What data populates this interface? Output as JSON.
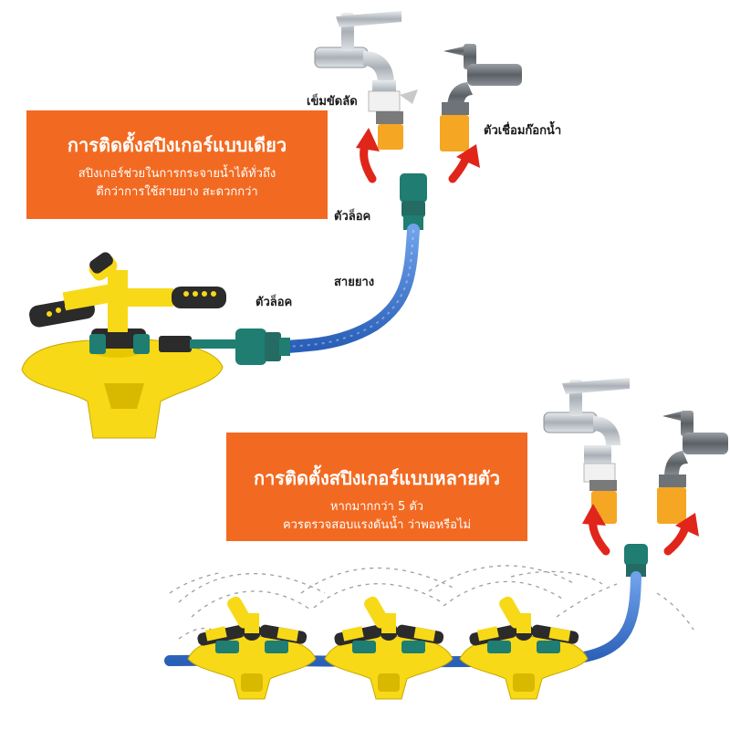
{
  "single_install": {
    "title": "การติดตั้งสปิงเกอร์แบบเดียว",
    "desc_line1": "สปิงเกอร์ช่วยในการกระจายน้ำได้ทั่วถึง",
    "desc_line2": "ดีกว่าการใช้สายยาง สะดวกกว่า"
  },
  "multi_install": {
    "title": "การติดตั้งสปิงเกอร์แบบหลายตัว",
    "desc_line1": "หากมากกว่า 5 ตัว",
    "desc_line2": "ควรตรวจสอบแรงดันน้ำ ว่าพอหรือไม่"
  },
  "labels": {
    "clamp": "เข็มขัดลัด",
    "tap_connector": "ตัวเชื่อมก๊อกน้ำ",
    "lock_top": "ตัวล็อค",
    "hose": "สายยาง",
    "lock_left": "ตัวล็อค"
  },
  "colors": {
    "banner": "#f26a21",
    "sprinkler_yellow": "#f7d917",
    "hose_blue": "#3a78d6",
    "connector_teal": "#1f7d72",
    "arrow_red": "#e0261b",
    "faucet_silver": "#b8bec4",
    "faucet_dark": "#6e7378",
    "adapter_orange": "#f5a623"
  }
}
